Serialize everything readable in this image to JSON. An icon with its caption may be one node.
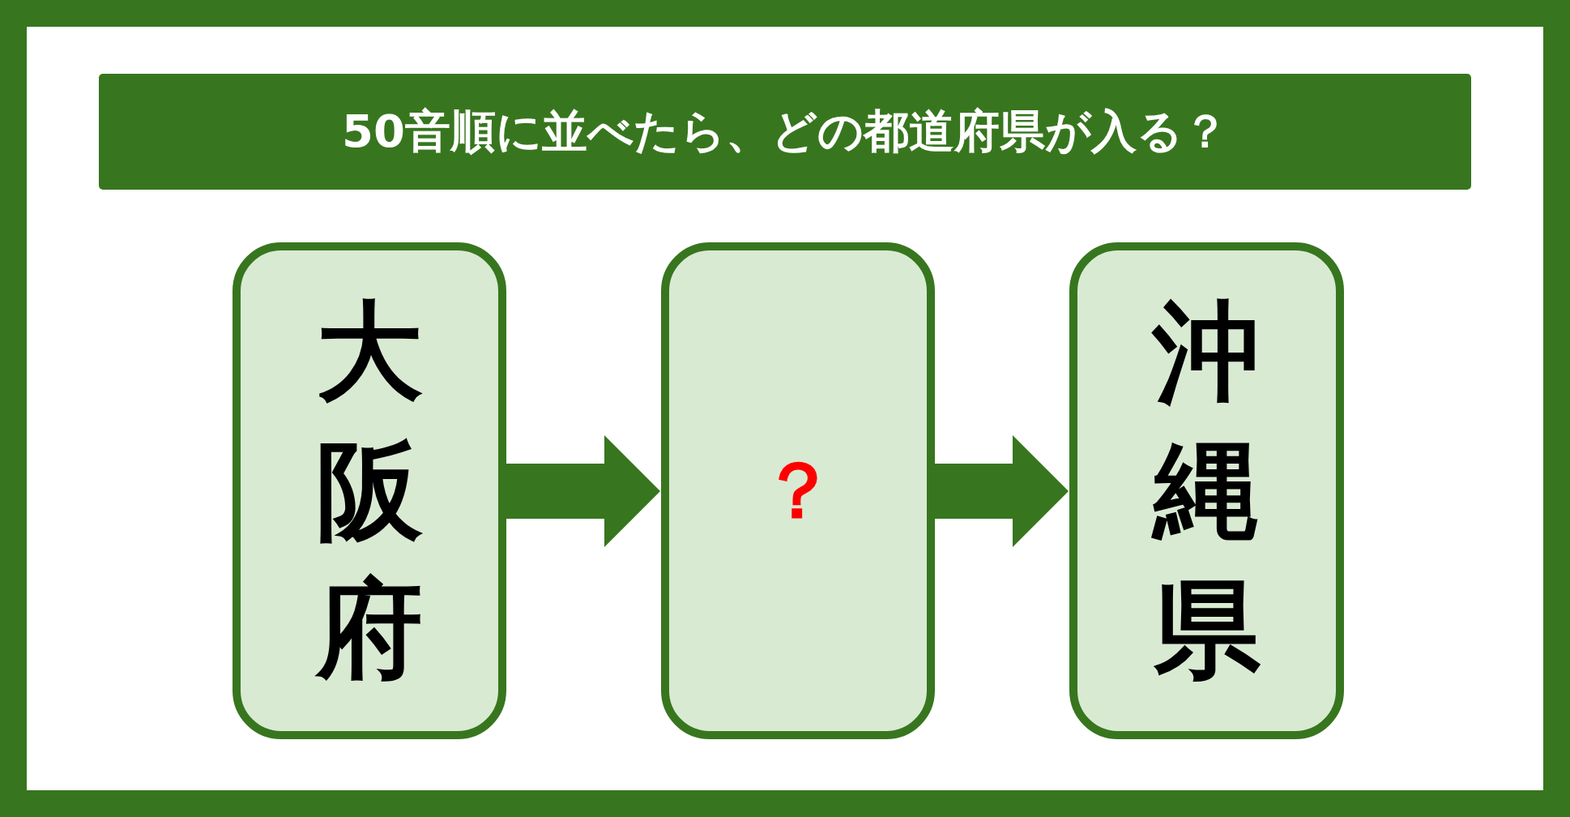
{
  "diagram": {
    "nodes": [
      {
        "text": [
          "50音順に並べたら、どの都道府県が入る？"
        ]
      },
      {
        "text": [
          "大阪府"
        ]
      },
      {
        "text": [
          "？"
        ]
      },
      {
        "text": [
          "沖縄県"
        ]
      }
    ],
    "edges": [
      {
        "from": 1,
        "to": 2,
        "arrow": "to"
      },
      {
        "from": 2,
        "to": 3,
        "arrow": "to"
      }
    ]
  }
}
